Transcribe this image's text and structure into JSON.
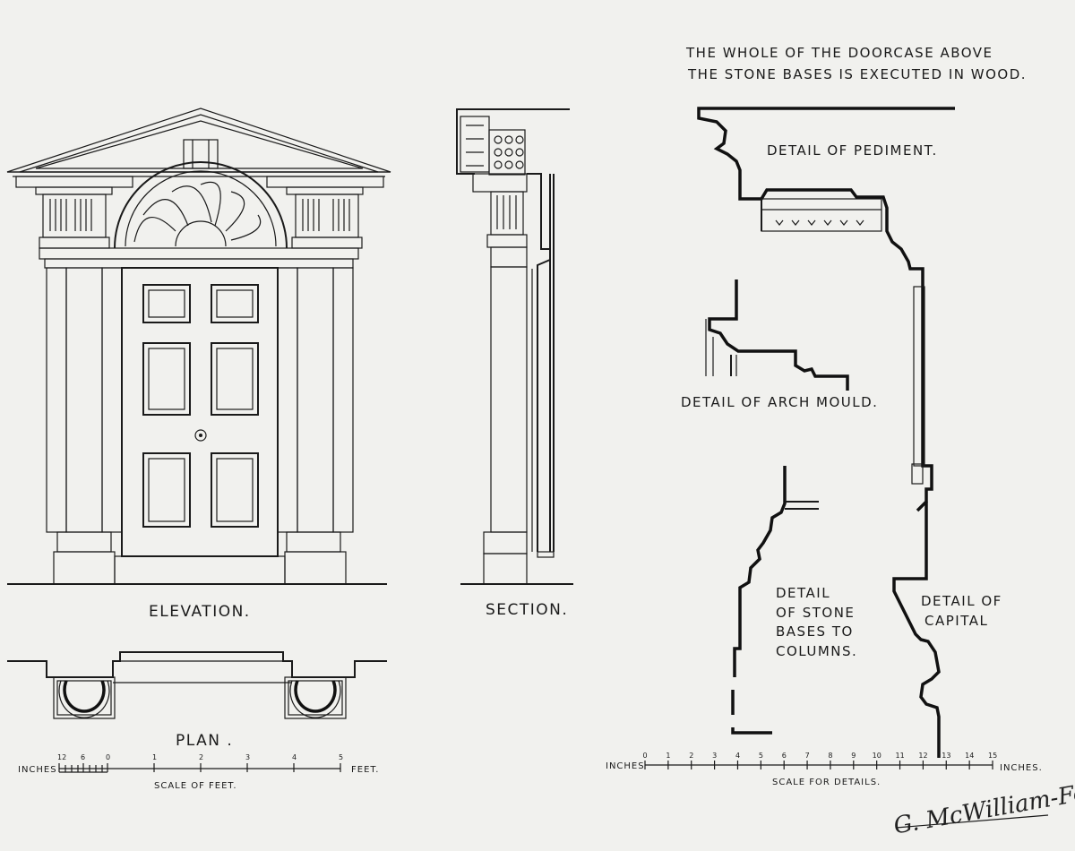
{
  "note": [
    "THE WHOLE OF THE DOORCASE ABOVE",
    "THE STONE BASES IS EXECUTED IN WOOD."
  ],
  "labels": {
    "elevation": "ELEVATION.",
    "section": "SECTION.",
    "plan": "PLAN .",
    "pediment": "DETAIL OF PEDIMENT.",
    "arch_mould": "DETAIL OF ARCH MOULD.",
    "stone_bases": [
      "DETAIL",
      "OF STONE",
      "BASES TO",
      "COLUMNS."
    ],
    "capital": [
      "DETAIL OF",
      "CAPITAL"
    ]
  },
  "scale_feet": {
    "left_unit": "INCHES",
    "right_unit": "FEET.",
    "caption": "SCALE OF FEET.",
    "ticks": [
      "12",
      "6",
      "0",
      "1",
      "2",
      "3",
      "4",
      "5"
    ]
  },
  "scale_details": {
    "left_unit": "INCHES",
    "right_unit": "INCHES.",
    "caption": "SCALE FOR DETAILS.",
    "ticks": [
      "0",
      "1",
      "2",
      "3",
      "4",
      "5",
      "6",
      "7",
      "8",
      "9",
      "10",
      "11",
      "12",
      "13",
      "14",
      "15"
    ]
  },
  "signature": "G. McWilliam-Forret"
}
